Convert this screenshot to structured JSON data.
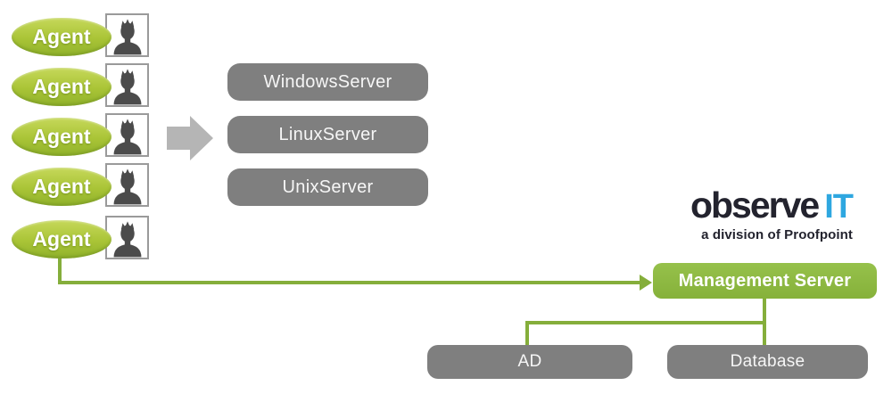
{
  "agents": {
    "items": [
      {
        "label": "Agent"
      },
      {
        "label": "Agent"
      },
      {
        "label": "Agent"
      },
      {
        "label": "Agent"
      },
      {
        "label": "Agent"
      }
    ]
  },
  "servers": [
    {
      "label": "WindowsServer"
    },
    {
      "label": "LinuxServer"
    },
    {
      "label": "UnixServer"
    }
  ],
  "logo": {
    "brand_primary": "observe",
    "brand_secondary": "IT",
    "tagline": "a division of Proofpoint"
  },
  "management_server": {
    "label": "Management Server"
  },
  "datastores": [
    {
      "label": "AD"
    },
    {
      "label": "Database"
    }
  ],
  "colors": {
    "agent_green_light": "#c6d85a",
    "agent_green_dark": "#90b22c",
    "connector_green": "#85ae3b",
    "management_green": "#8cba42",
    "box_gray": "#7f7f7f",
    "arrow_gray": "#b5b5b5",
    "brand_dark": "#23232e",
    "brand_blue": "#2ea7e0",
    "silhouette_gray": "#4b4b4b"
  }
}
